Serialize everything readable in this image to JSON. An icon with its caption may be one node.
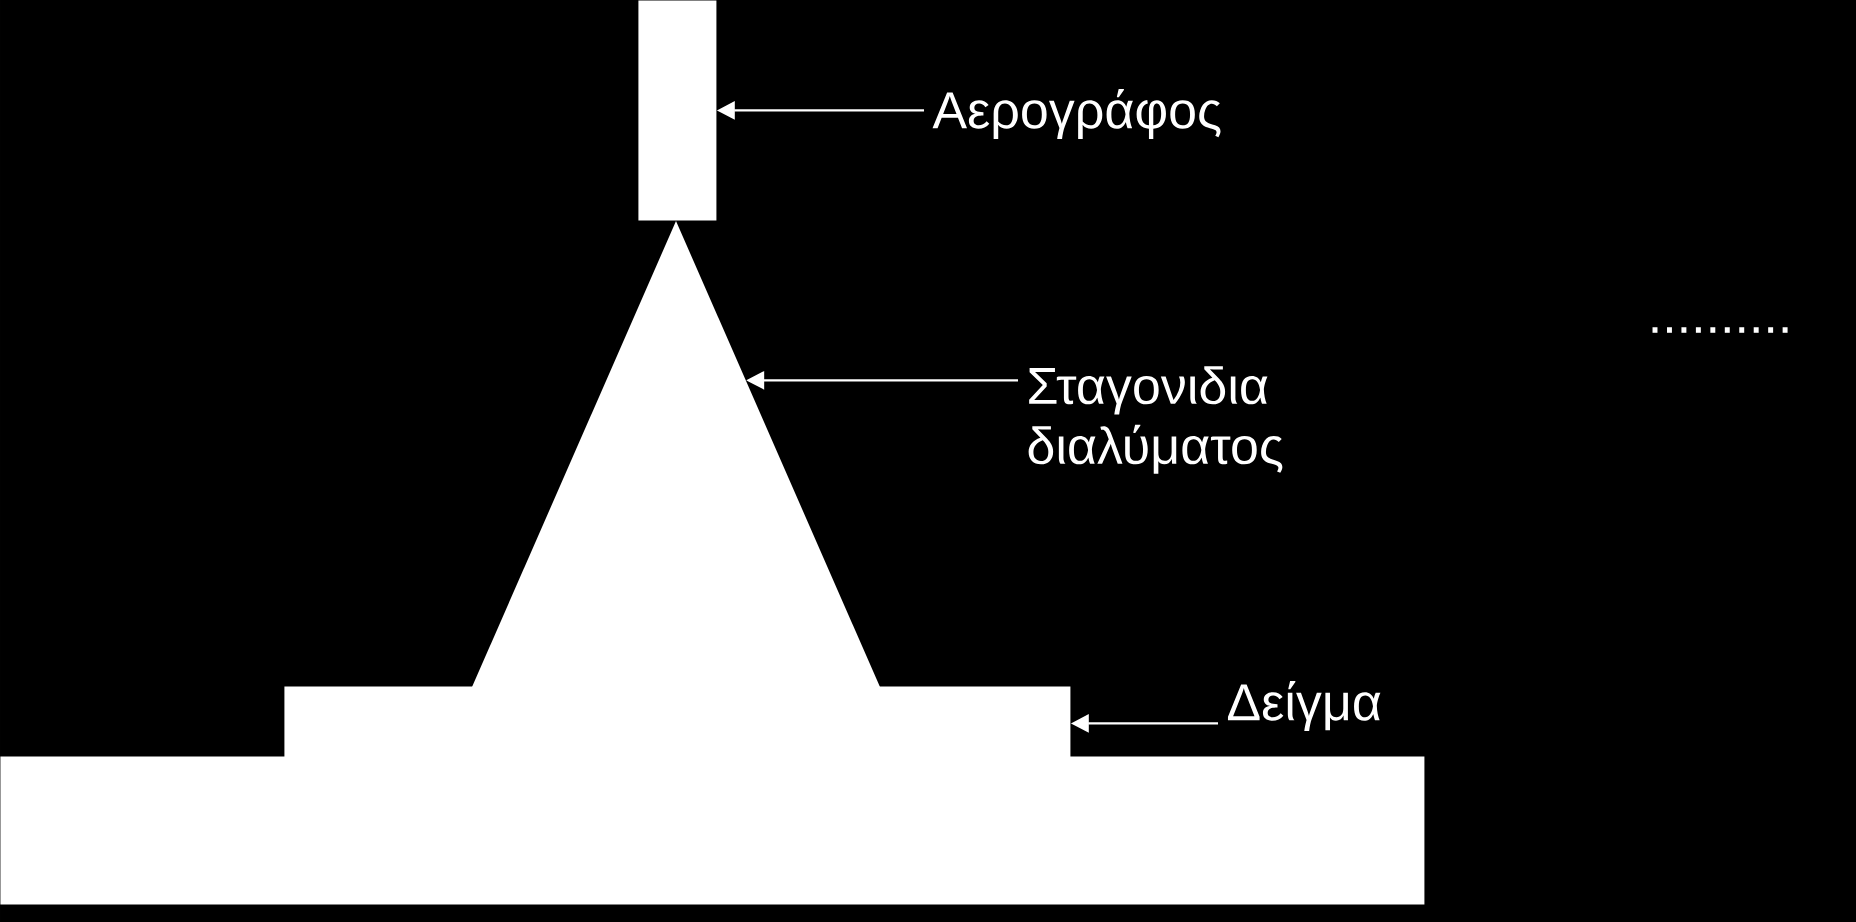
{
  "diagram": {
    "nodes": [
      {
        "text": [
          "Αερογράφος"
        ]
      },
      {
        "text": [],
        "shape": "box"
      },
      {
        "text": [
          "Σταγονιδια διαλύματος"
        ]
      },
      {
        "text": [],
        "shape": "triangle"
      },
      {
        "text": [
          "Δείγμα"
        ]
      },
      {
        "text": [],
        "shape": "box"
      },
      {
        "text": [],
        "shape": "bar"
      }
    ],
    "edges": [
      {
        "from": 0,
        "to": 1,
        "arrow": "to"
      },
      {
        "from": 2,
        "to": 3,
        "arrow": "to"
      },
      {
        "from": 4,
        "to": 5,
        "arrow": "to"
      }
    ],
    "labels": [
      ".........."
    ]
  }
}
